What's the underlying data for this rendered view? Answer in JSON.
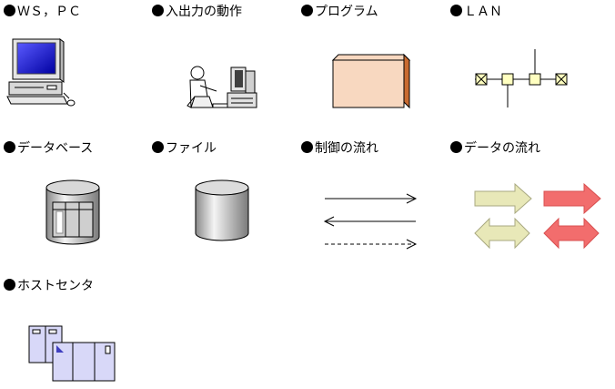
{
  "legend": {
    "ws_pc": "ＷＳ，ＰＣ",
    "io_action": "入出力の動作",
    "program": "プログラム",
    "lan": "ＬＡＮ",
    "database": "データベース",
    "file": "ファイル",
    "control_flow": "制御の流れ",
    "data_flow": "データの流れ",
    "host_center": "ホストセンタ"
  },
  "colors": {
    "program_fill": "#f8d8c0",
    "program_edge": "#c86a30",
    "lan_node": "#ffffc0",
    "data_arrow_light": "#e8e8b8",
    "data_arrow_red": "#f26d6d",
    "host_fill": "#d8d8f8",
    "monitor_screen": "#1a1ad0"
  }
}
